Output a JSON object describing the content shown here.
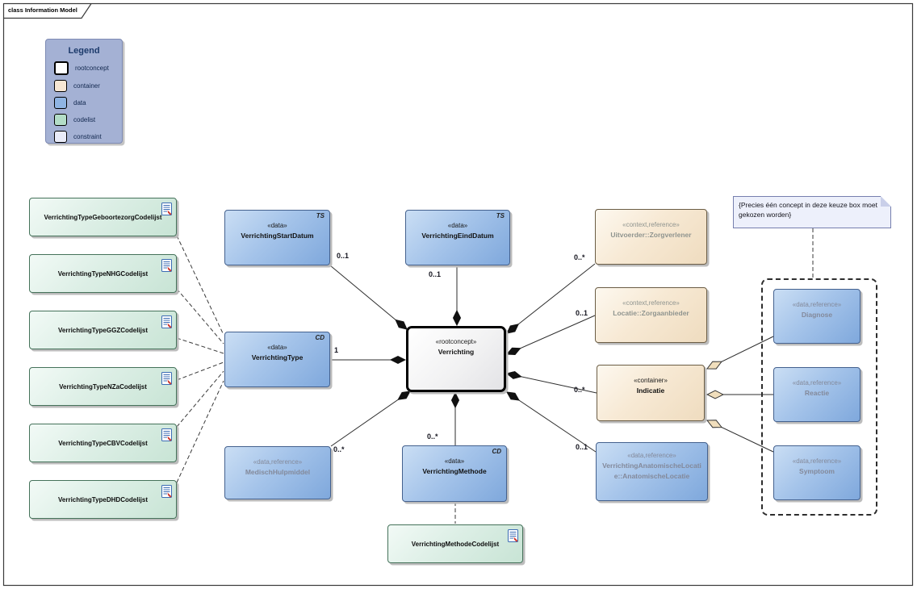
{
  "frame": {
    "tab_title": "class Information Model"
  },
  "legend": {
    "title": "Legend",
    "items": [
      {
        "label": "rootconcept",
        "color": "#ffffff"
      },
      {
        "label": "container",
        "color": "#f7e7d4"
      },
      {
        "label": "data",
        "color": "#8fb4e3"
      },
      {
        "label": "codelist",
        "color": "#b3ddc7"
      },
      {
        "label": "constraint",
        "color": "#e9ebf8"
      }
    ]
  },
  "codelists": [
    "VerrichtingTypeGeboortezorgCodelijst",
    "VerrichtingTypeNHGCodelijst",
    "VerrichtingTypeGGZCodelijst",
    "VerrichtingTypeNZaCodelijst",
    "VerrichtingTypeCBVCodelijst",
    "VerrichtingTypeDHDCodelijst",
    "VerrichtingMethodeCodelijst"
  ],
  "nodes": {
    "root": {
      "stereotype": "«rootconcept»",
      "name": "Verrichting"
    },
    "startdatum": {
      "stereotype": "«data»",
      "name": "VerrichtingStartDatum",
      "type": "TS"
    },
    "einddatum": {
      "stereotype": "«data»",
      "name": "VerrichtingEindDatum",
      "type": "TS"
    },
    "verrichtingtype": {
      "stereotype": "«data»",
      "name": "VerrichtingType",
      "type": "CD"
    },
    "medischhulpmiddel": {
      "stereotype": "«data,reference»",
      "name": "MedischHulpmiddel"
    },
    "verrichtingmethode": {
      "stereotype": "«data»",
      "name": "VerrichtingMethode",
      "type": "CD"
    },
    "uitvoerder": {
      "stereotype": "«context,reference»",
      "name": "Uitvoerder::Zorgverlener"
    },
    "locatie": {
      "stereotype": "«context,reference»",
      "name": "Locatie::Zorgaanbieder"
    },
    "indicatie": {
      "stereotype": "«container»",
      "name": "Indicatie"
    },
    "anatomischelocatie": {
      "stereotype": "«data,reference»",
      "name": "VerrichtingAnatomischeLocatie::AnatomischeLocatie"
    },
    "diagnose": {
      "stereotype": "«data,reference»",
      "name": "Diagnose"
    },
    "reactie": {
      "stereotype": "«data,reference»",
      "name": "Reactie"
    },
    "symptoom": {
      "stereotype": "«data,reference»",
      "name": "Symptoom"
    }
  },
  "note": {
    "text": "{Precies één concept in deze keuze box moet gekozen worden}"
  },
  "multiplicities": {
    "startdatum": "0..1",
    "einddatum": "0..1",
    "verrichtingtype": "1",
    "medischhulpmiddel": "0..*",
    "verrichtingmethode": "0..*",
    "uitvoerder": "0..*",
    "locatie": "0..1",
    "indicatie": "0..*",
    "anatomischelocatie": "0..1"
  },
  "colors": {
    "data_fill": "#8fb4e3",
    "codelist_fill": "#cde7d8",
    "container_fill": "#f7e7d4",
    "constraint_fill": "#e9ebf8",
    "legend_bg": "#a4b1d4",
    "reference_text": "#83899a",
    "diamond_composition": "#111111",
    "diamond_aggregation": "#f0debc"
  }
}
